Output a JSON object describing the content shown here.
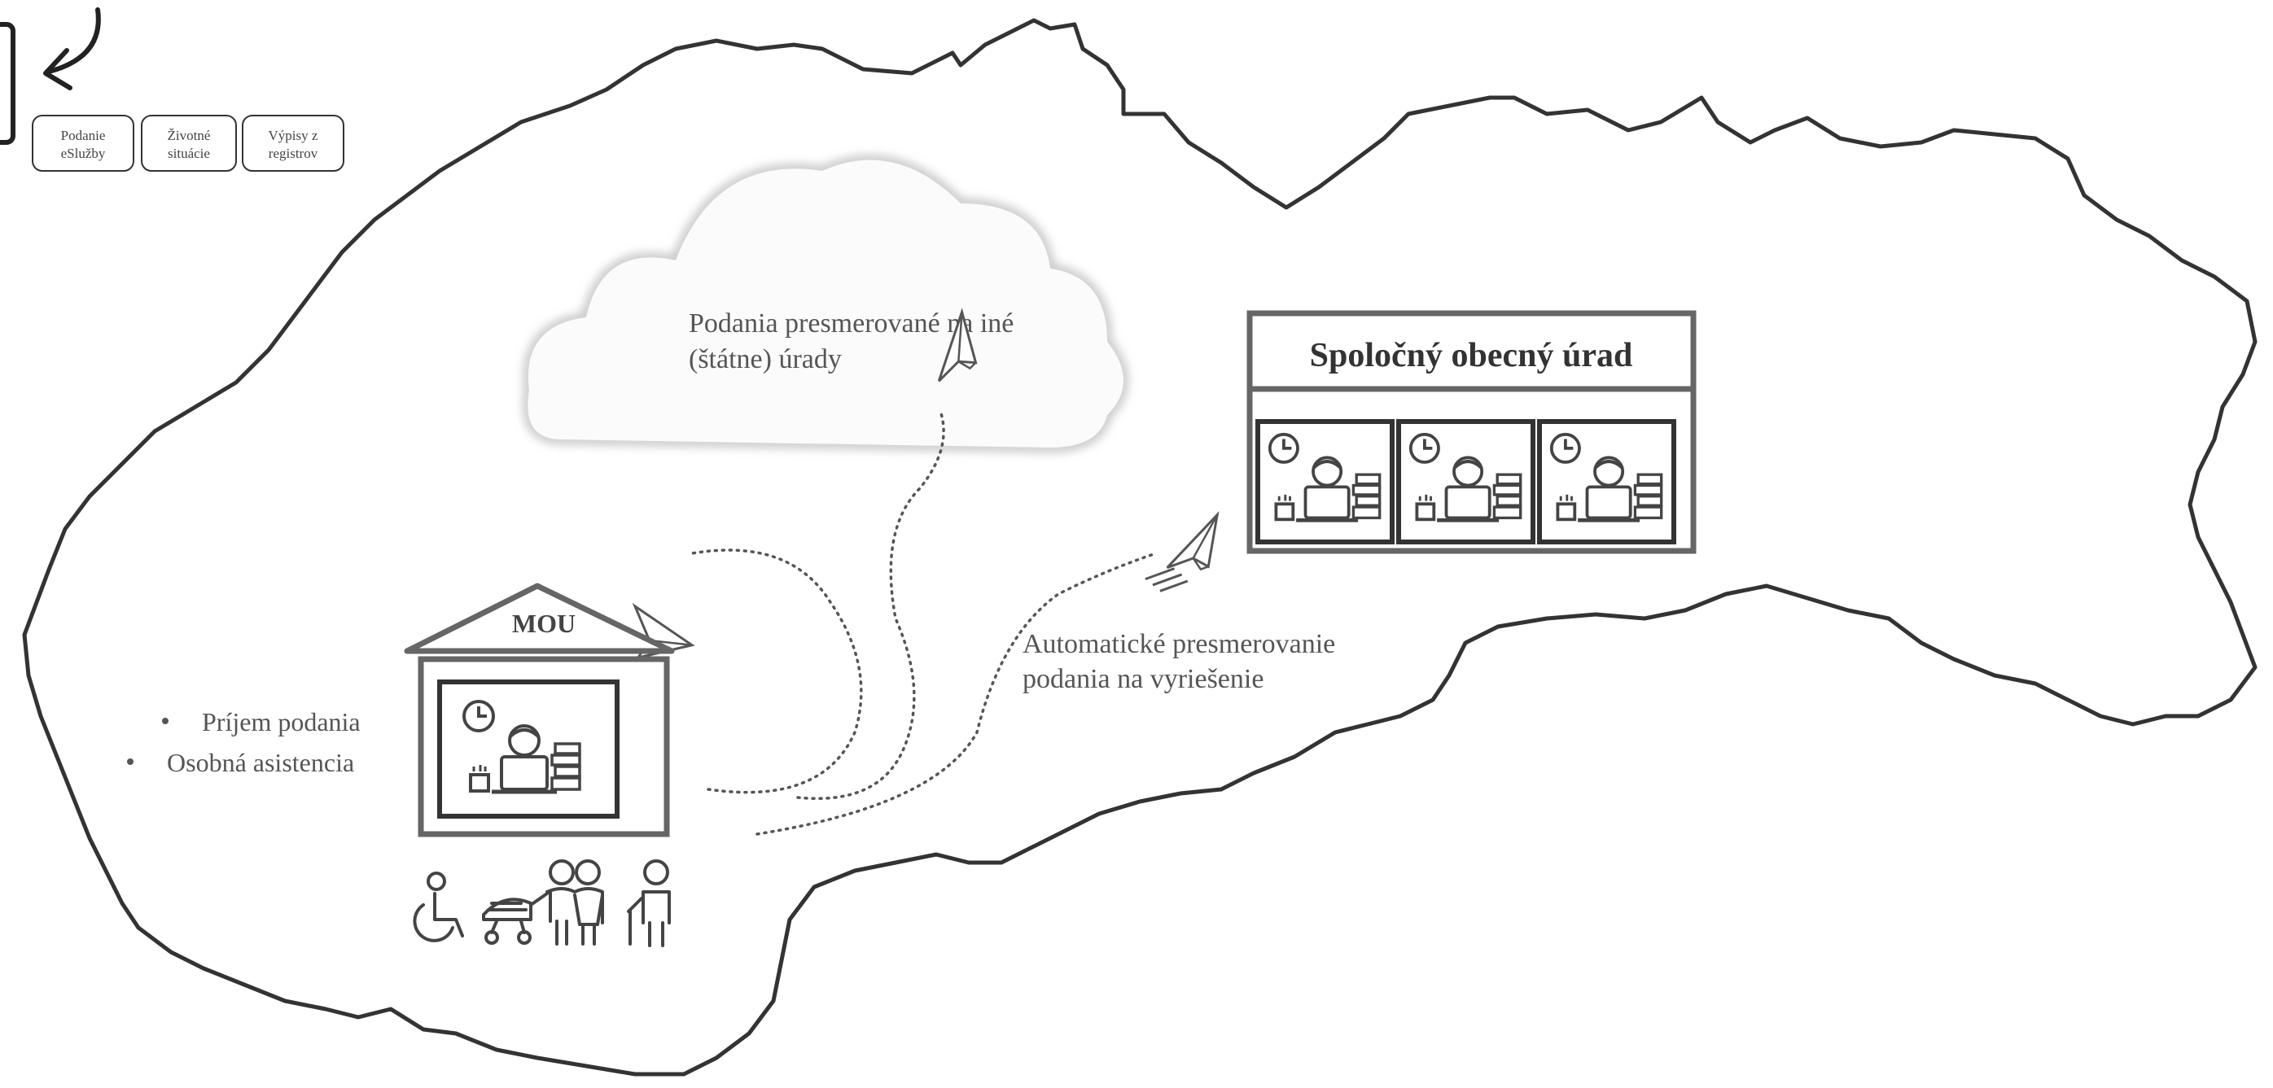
{
  "top_buttons": [
    {
      "line1": "Podanie",
      "line2": "eSlužby"
    },
    {
      "line1": "Životné",
      "line2": "situácie"
    },
    {
      "line1": "Výpisy z",
      "line2": "registrov"
    }
  ],
  "cloud": {
    "line1": "Podania presmerované na iné",
    "line2": "(štátne) úrady"
  },
  "office": {
    "title": "Spoločný obecný úrad"
  },
  "mou": {
    "label": "MOU",
    "services": [
      "Príjem podania",
      "Osobná asistencia"
    ]
  },
  "redirect": {
    "line1": "Automatické presmerovanie",
    "line2": "podania na vyriešenie"
  },
  "icons": {
    "back": "arrow-curved-back-icon",
    "plane": "paper-plane-icon",
    "worker": "office-worker-icon",
    "wheelchair": "wheelchair-user-icon",
    "stroller": "baby-stroller-icon",
    "couple": "couple-icon",
    "elderly": "elderly-person-icon"
  }
}
